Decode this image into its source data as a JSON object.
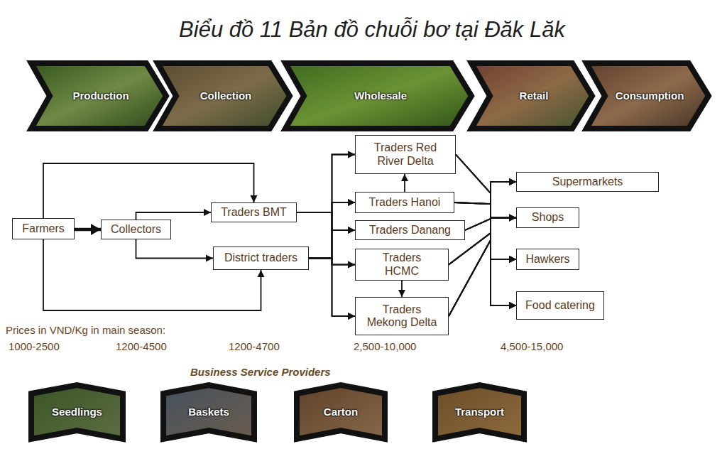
{
  "diagram": {
    "title": "Biểu đồ 11 Bản đồ chuỗi bơ tại Đăk Lăk",
    "nodes": [
      {
        "text": [
          "Production"
        ]
      },
      {
        "text": [
          "Collection"
        ]
      },
      {
        "text": [
          "Wholesale"
        ]
      },
      {
        "text": [
          "Retail"
        ]
      },
      {
        "text": [
          "Consumption"
        ]
      },
      {
        "text": [
          "Farmers"
        ]
      },
      {
        "text": [
          "Collectors"
        ]
      },
      {
        "text": [
          "Traders BMT"
        ]
      },
      {
        "text": [
          "District traders"
        ]
      },
      {
        "text": [
          "Traders Red River Delta"
        ]
      },
      {
        "text": [
          "Traders Hanoi"
        ]
      },
      {
        "text": [
          "Traders Danang"
        ]
      },
      {
        "text": [
          "Traders HCMC"
        ]
      },
      {
        "text": [
          "Traders Mekong Delta"
        ]
      },
      {
        "text": [
          "Supermarkets"
        ]
      },
      {
        "text": [
          "Shops"
        ]
      },
      {
        "text": [
          "Hawkers"
        ]
      },
      {
        "text": [
          "Food catering"
        ]
      },
      {
        "text": [
          "Seedlings"
        ]
      },
      {
        "text": [
          "Baskets"
        ]
      },
      {
        "text": [
          "Carton"
        ]
      },
      {
        "text": [
          "Transport"
        ]
      }
    ],
    "edges": [
      {
        "from": 5,
        "to": 6,
        "arrow": "to"
      },
      {
        "from": 5,
        "to": 7,
        "arrow": "to"
      },
      {
        "from": 5,
        "to": 8,
        "arrow": "to"
      },
      {
        "from": 6,
        "to": 7,
        "arrow": "to"
      },
      {
        "from": 6,
        "to": 8,
        "arrow": "to"
      },
      {
        "from": 7,
        "to": 9,
        "arrow": "to"
      },
      {
        "from": 7,
        "to": 10,
        "arrow": "to"
      },
      {
        "from": 7,
        "to": 11,
        "arrow": "to"
      },
      {
        "from": 7,
        "to": 12,
        "arrow": "to"
      },
      {
        "from": 7,
        "to": 13,
        "arrow": "to"
      },
      {
        "from": 8,
        "to": 9,
        "arrow": "to"
      },
      {
        "from": 8,
        "to": 10,
        "arrow": "to"
      },
      {
        "from": 8,
        "to": 11,
        "arrow": "to"
      },
      {
        "from": 8,
        "to": 12,
        "arrow": "to"
      },
      {
        "from": 8,
        "to": 13,
        "arrow": "to"
      },
      {
        "from": 10,
        "to": 9,
        "arrow": "to"
      },
      {
        "from": 12,
        "to": 13,
        "arrow": "to"
      },
      {
        "from": 9,
        "to": 14,
        "arrow": "to"
      },
      {
        "from": 9,
        "to": 15,
        "arrow": "to"
      },
      {
        "from": 9,
        "to": 16,
        "arrow": "to"
      },
      {
        "from": 9,
        "to": 17,
        "arrow": "to"
      },
      {
        "from": 10,
        "to": 14,
        "arrow": "to"
      },
      {
        "from": 10,
        "to": 15,
        "arrow": "to"
      },
      {
        "from": 10,
        "to": 16,
        "arrow": "to"
      },
      {
        "from": 10,
        "to": 17,
        "arrow": "to"
      },
      {
        "from": 11,
        "to": 14,
        "arrow": "to"
      },
      {
        "from": 11,
        "to": 15,
        "arrow": "to"
      },
      {
        "from": 11,
        "to": 16,
        "arrow": "to"
      },
      {
        "from": 11,
        "to": 17,
        "arrow": "to"
      },
      {
        "from": 12,
        "to": 14,
        "arrow": "to"
      },
      {
        "from": 12,
        "to": 15,
        "arrow": "to"
      },
      {
        "from": 12,
        "to": 16,
        "arrow": "to"
      },
      {
        "from": 12,
        "to": 17,
        "arrow": "to"
      },
      {
        "from": 13,
        "to": 14,
        "arrow": "to"
      },
      {
        "from": 13,
        "to": 15,
        "arrow": "to"
      },
      {
        "from": 13,
        "to": 16,
        "arrow": "to"
      },
      {
        "from": 13,
        "to": 17,
        "arrow": "to"
      }
    ],
    "labels": [
      "Prices in VND/Kg in main season:",
      "1000-2500",
      "1200-4500",
      "1200-4700",
      "2,500-10,000",
      "4,500-15,000",
      "Business Service Providers"
    ]
  }
}
